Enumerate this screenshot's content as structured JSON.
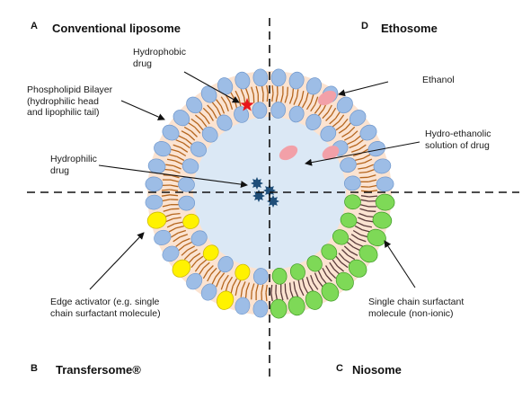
{
  "quadrants": {
    "a": {
      "letter": "A",
      "title": "Conventional liposome"
    },
    "b": {
      "letter": "B",
      "title": "Transfersome®"
    },
    "c": {
      "letter": "C",
      "title": "Niosome"
    },
    "d": {
      "letter": "D",
      "title": "Ethosome"
    }
  },
  "labels": {
    "hydrophobic_drug": "Hydrophobic\ndrug",
    "phospholipid_bilayer": "Phospholipid Bilayer\n(hydrophilic head\nand lipophilic tail)",
    "hydrophilic_drug": "Hydrophilic\ndrug",
    "edge_activator": "Edge activator (e.g. single\nchain surfactant molecule)",
    "ethanol": "Ethanol",
    "hydro_ethanolic": "Hydro-ethanolic\nsolution of drug",
    "single_chain_surfactant": "Single chain surfactant\nmolecule (non-ionic)"
  },
  "colors": {
    "phospholipid_head": "#9dbde6",
    "phospholipid_head_stroke": "#6f97cc",
    "edge_activator_head": "#fff200",
    "surfactant_head": "#7ed957",
    "bilayer_fill": "#fbe3d1",
    "core_fill": "#dbe8f5",
    "tail": "#b5651d",
    "tail_dark": "#5a3a3a",
    "ethanol": "#f2a0a8",
    "hydrophilic_drug": "#1f4e79",
    "hydrophobic_drug": "#e8161b"
  }
}
